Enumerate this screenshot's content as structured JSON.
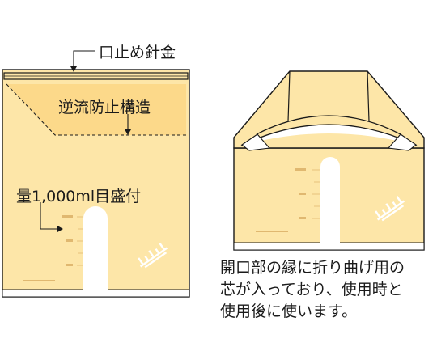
{
  "labels": {
    "wire_clip": "口止め針金",
    "backflow_structure": "逆流防止構造",
    "scale": "量1,000ml目盛付"
  },
  "caption": {
    "line1": "開口部の縁に折り曲げ用の",
    "line2": "芯が入っており、使用時と",
    "line3": "使用後に使います。"
  },
  "colors": {
    "bag_fill": "#fde6a8",
    "bag_dark": "#fcd98a",
    "outline": "#1a1a1a",
    "white": "#ffffff"
  }
}
